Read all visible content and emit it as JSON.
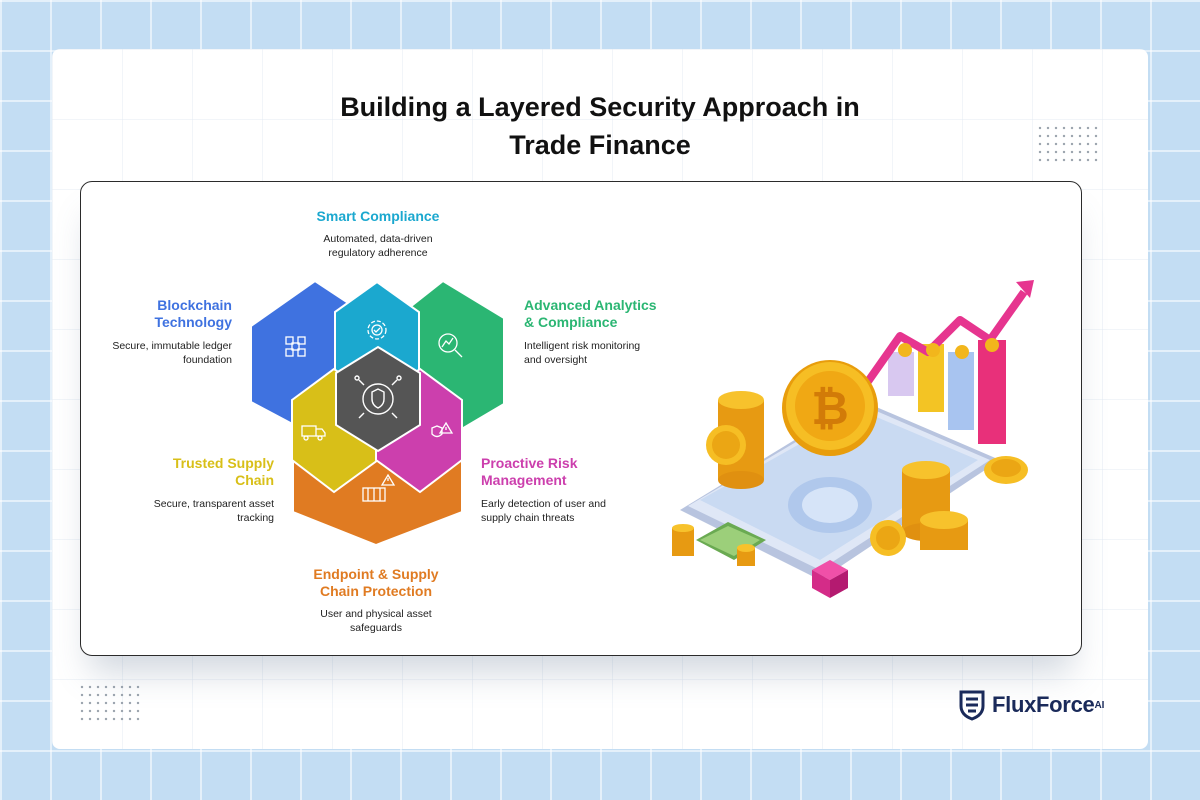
{
  "title": {
    "line1": "Building a Layered Security Approach in",
    "line2": "Trade Finance"
  },
  "layers": [
    {
      "name": "Smart Compliance",
      "desc_lines": [
        "Automated, data-driven",
        "regulatory adherence"
      ],
      "color": "#1ba8cf"
    },
    {
      "name_lines": [
        "Advanced Analytics",
        "& Compliance"
      ],
      "desc_lines": [
        "Intelligent risk monitoring",
        "and oversight"
      ],
      "color": "#2bb673"
    },
    {
      "name_lines": [
        "Proactive Risk",
        "Management"
      ],
      "desc_lines": [
        "Early detection of user and",
        "supply chain threats"
      ],
      "color": "#cc3fad"
    },
    {
      "name_lines": [
        "Endpoint & Supply",
        "Chain Protection"
      ],
      "desc_lines": [
        "User and physical asset",
        "safeguards"
      ],
      "color": "#e07b22"
    },
    {
      "name_lines": [
        "Trusted Supply",
        "Chain"
      ],
      "desc_lines": [
        "Secure, transparent asset",
        "tracking"
      ],
      "color": "#d8bf18"
    },
    {
      "name_lines": [
        "Blockchain",
        "Technology"
      ],
      "desc_lines": [
        "Secure, immutable ledger",
        "foundation"
      ],
      "color": "#3f72e0"
    }
  ],
  "center_color": "#555555",
  "icons": {
    "center": "shield-network-icon",
    "smart_compliance": "gear-check-icon",
    "analytics": "chart-magnifier-icon",
    "risk": "warning-shield-icon",
    "endpoint": "warning-container-icon",
    "supply_chain": "delivery-truck-icon",
    "blockchain": "block-network-icon"
  },
  "illustration": "phone-with-bitcoin-coins-and-rising-bar-chart",
  "brand": {
    "name": "FluxForce",
    "suffix": "AI",
    "color": "#1a2a5a"
  }
}
